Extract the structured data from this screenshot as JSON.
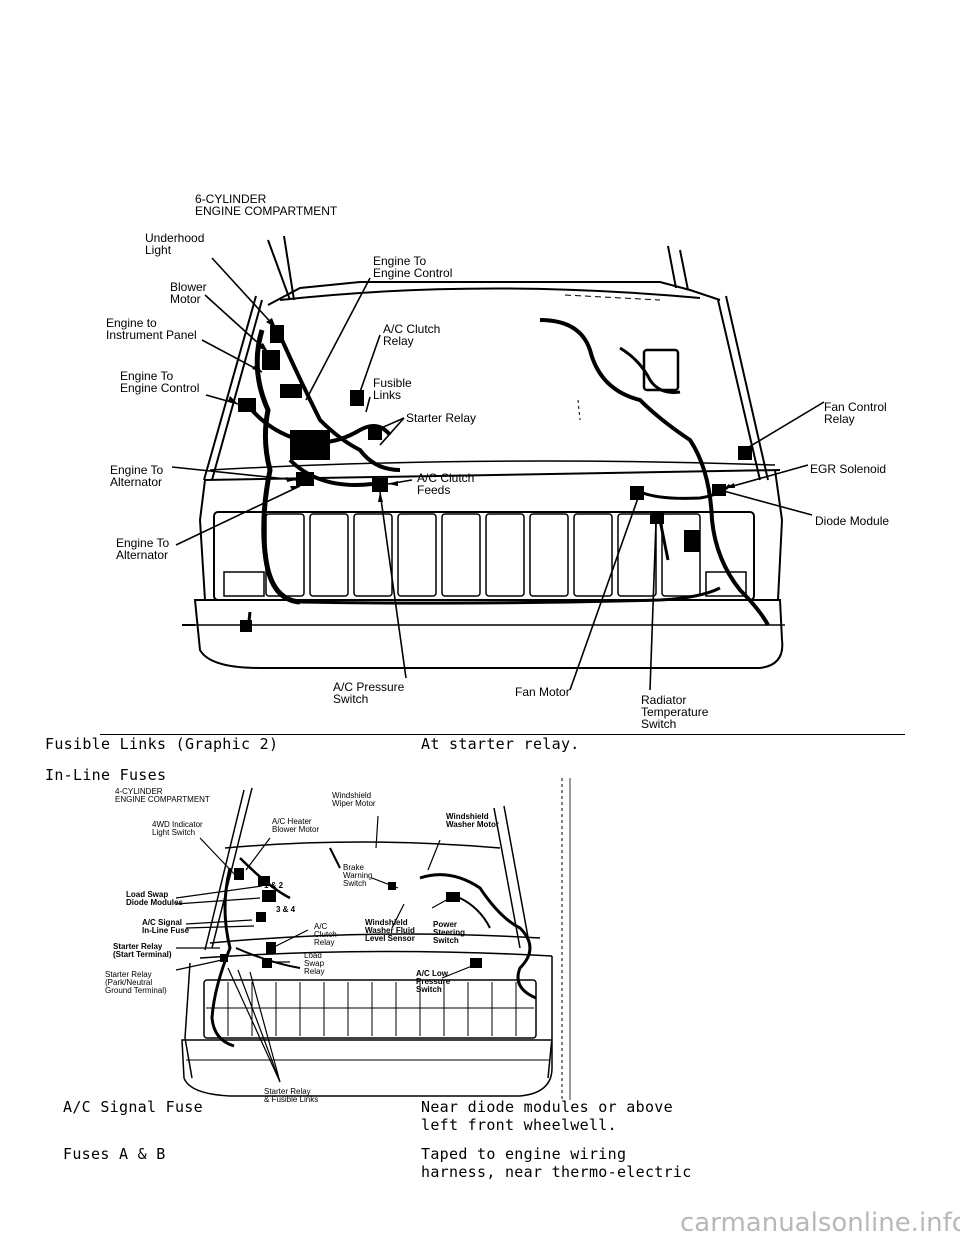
{
  "figure1": {
    "heading": [
      "6-CYLINDER",
      "ENGINE COMPARTMENT"
    ],
    "labels": {
      "underhood_light": [
        "Underhood",
        "Light"
      ],
      "blower_motor": [
        "Blower",
        "Motor"
      ],
      "engine_to_instrument_panel": [
        "Engine to",
        "Instrument Panel"
      ],
      "engine_to_engine_control_left": [
        "Engine To",
        "Engine Control"
      ],
      "engine_to_alternator_1": [
        "Engine To",
        "Alternator"
      ],
      "engine_to_alternator_2": [
        "Engine To",
        "Alternator"
      ],
      "engine_to_engine_control_top": [
        "Engine To",
        "Engine Control"
      ],
      "ac_clutch_relay": [
        "A/C Clutch",
        "Relay"
      ],
      "fusible_links": [
        "Fusible",
        "Links"
      ],
      "starter_relay": [
        "Starter Relay"
      ],
      "ac_clutch_feeds": [
        "A/C Clutch",
        "Feeds"
      ],
      "fan_control_relay": [
        "Fan Control",
        "Relay"
      ],
      "egr_solenoid": [
        "EGR Solenoid"
      ],
      "diode_module": [
        "Diode Module"
      ],
      "ac_pressure_switch": [
        "A/C Pressure",
        "Switch"
      ],
      "fan_motor": [
        "Fan Motor"
      ],
      "radiator_temperature_switch": [
        "Radiator",
        "Temperature",
        "Switch"
      ]
    }
  },
  "table_row_1": {
    "left": "Fusible Links (Graphic 2)",
    "right": "At starter relay."
  },
  "section_heading": "In-Line Fuses",
  "figure2": {
    "heading": [
      "4-CYLINDER",
      "ENGINE COMPARTMENT"
    ],
    "labels": {
      "windshield_wiper_motor": [
        "Windshield",
        "Wiper Motor"
      ],
      "indicator_4wd": [
        "4WD Indicator",
        "Light Switch"
      ],
      "ac_heater_blower": [
        "A/C Heater",
        "Blower Motor"
      ],
      "windshield_washer_motor": [
        "Windshield",
        "Washer Motor"
      ],
      "brake_warning_switch": [
        "Brake",
        "Warning",
        "Switch"
      ],
      "load_swap_diode": [
        "Load Swap",
        "Diode Modules"
      ],
      "num_1_2": [
        "1 & 2"
      ],
      "num_3_4": [
        "3 & 4"
      ],
      "ac_signal_fuse": [
        "A/C Signal",
        "In-Line Fuse"
      ],
      "ac_clutch_relay": [
        "A/C",
        "Clutch",
        "Relay"
      ],
      "washer_fluid_sensor": [
        "Windshield",
        "Washer Fluid",
        "Level Sensor"
      ],
      "power_steering_switch": [
        "Power",
        "Steering",
        "Switch"
      ],
      "starter_relay_start": [
        "Starter Relay",
        "(Start Terminal)"
      ],
      "load_swap_relay": [
        "Load",
        "Swap",
        "Relay"
      ],
      "starter_relay_ground": [
        "Starter Relay",
        "(Park/Neutral",
        "Ground Terminal)"
      ],
      "ac_low_pressure": [
        "A/C Low",
        "Pressure",
        "Switch"
      ],
      "starter_relay_links": [
        "Starter Relay",
        "& Fusible Links"
      ]
    }
  },
  "table_row_2": {
    "left": "A/C Signal Fuse",
    "right_line1": "Near diode modules or above",
    "right_line2": "left front wheelwell."
  },
  "table_row_3": {
    "left": "Fuses A & B",
    "right_line1": "Taped to engine wiring",
    "right_line2": "harness, near thermo-electric"
  },
  "watermark": "carmanualsonline.info"
}
